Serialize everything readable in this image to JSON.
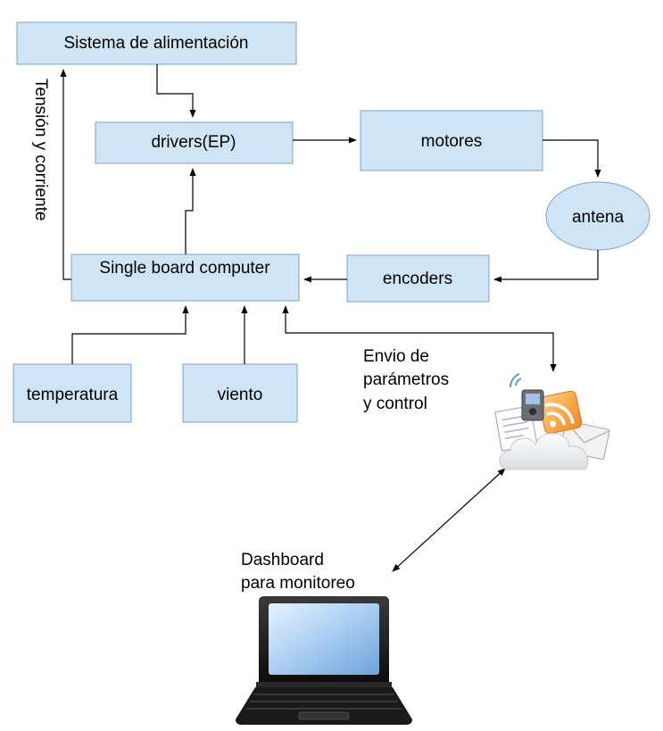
{
  "colors": {
    "box_fill": "#cfe5f5",
    "box_stroke": "#7aa3c4",
    "line": "#000000"
  },
  "nodes": {
    "power": "Sistema de alimentación",
    "drivers": "drivers(EP)",
    "motors": "motores",
    "antenna": "antena",
    "sbc": "Single board computer",
    "encoders": "encoders",
    "temperature": "temperatura",
    "wind": "viento"
  },
  "labels": {
    "voltage_current": "Tensión  y corriente",
    "params_line1": "Envio de",
    "params_line2": "parámetros",
    "params_line3": "y control",
    "dashboard_line1": "Dashboard",
    "dashboard_line2": "para monitoreo"
  },
  "icons": {
    "cloud": "cloud-services-icon",
    "laptop": "laptop-icon"
  }
}
